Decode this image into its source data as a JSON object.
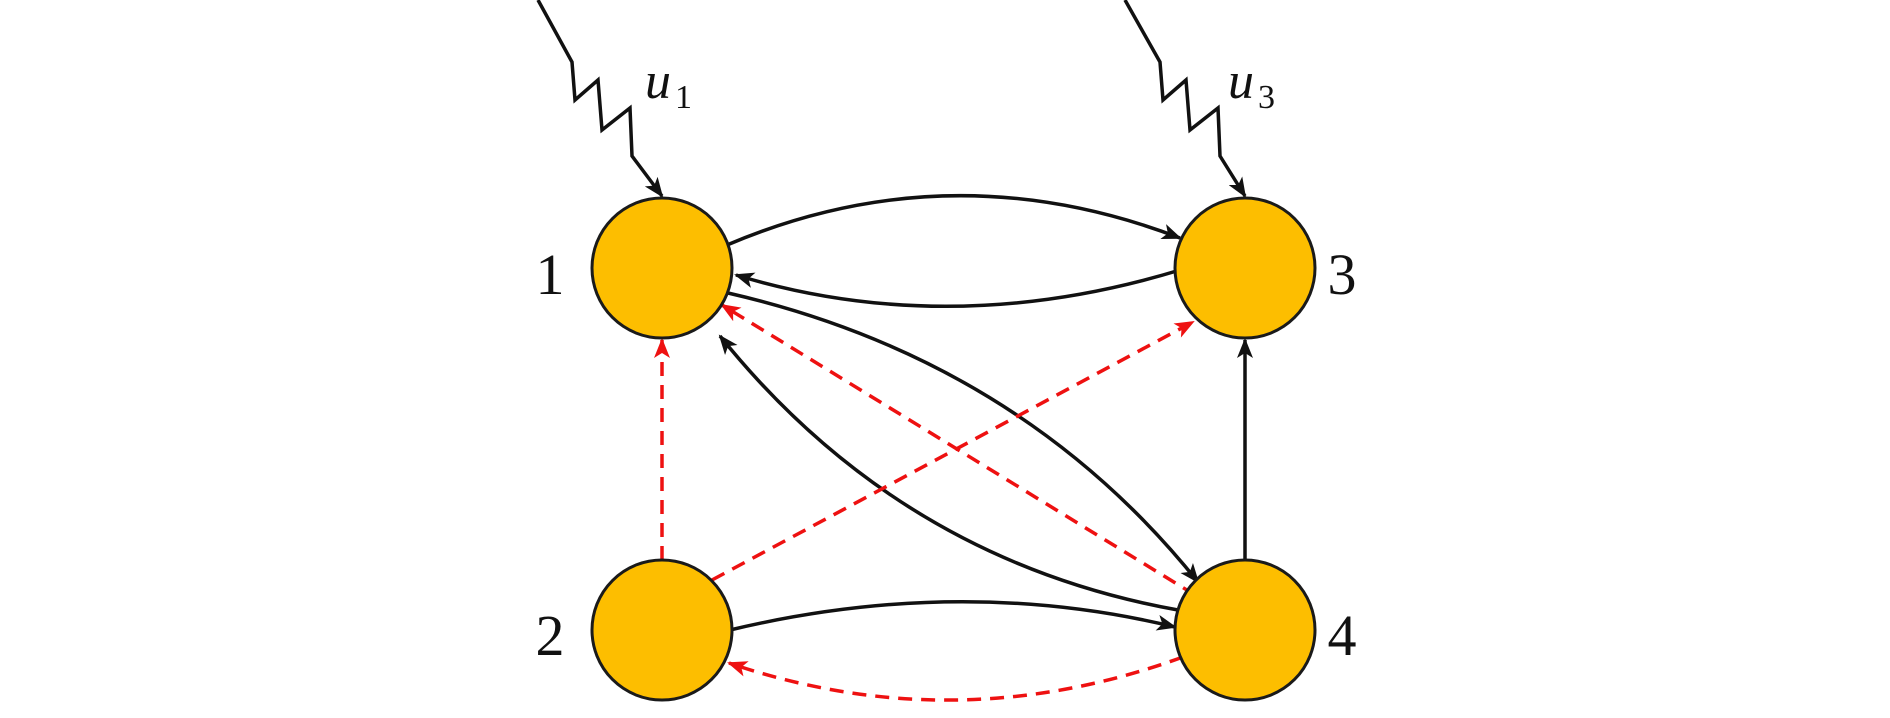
{
  "diagram": {
    "colors": {
      "node_fill": "#FDBE00",
      "node_stroke": "#1a1a1a",
      "solid_edge": "#111111",
      "dashed_edge": "#EE1111"
    },
    "nodes": [
      {
        "id": "1",
        "label": "1"
      },
      {
        "id": "2",
        "label": "2"
      },
      {
        "id": "3",
        "label": "3"
      },
      {
        "id": "4",
        "label": "4"
      }
    ],
    "inputs": [
      {
        "id": "u1",
        "symbol": "u",
        "subscript": "1",
        "target": "1"
      },
      {
        "id": "u3",
        "symbol": "u",
        "subscript": "3",
        "target": "3"
      }
    ],
    "edges": [
      {
        "from": "1",
        "to": "3",
        "style": "solid"
      },
      {
        "from": "3",
        "to": "1",
        "style": "solid"
      },
      {
        "from": "1",
        "to": "4",
        "style": "solid"
      },
      {
        "from": "4",
        "to": "1",
        "style": "solid"
      },
      {
        "from": "4",
        "to": "3",
        "style": "solid"
      },
      {
        "from": "2",
        "to": "4",
        "style": "solid"
      },
      {
        "from": "2",
        "to": "1",
        "style": "dashed"
      },
      {
        "from": "2",
        "to": "3",
        "style": "dashed"
      },
      {
        "from": "4",
        "to": "1",
        "style": "dashed"
      },
      {
        "from": "4",
        "to": "2",
        "style": "dashed"
      }
    ]
  }
}
